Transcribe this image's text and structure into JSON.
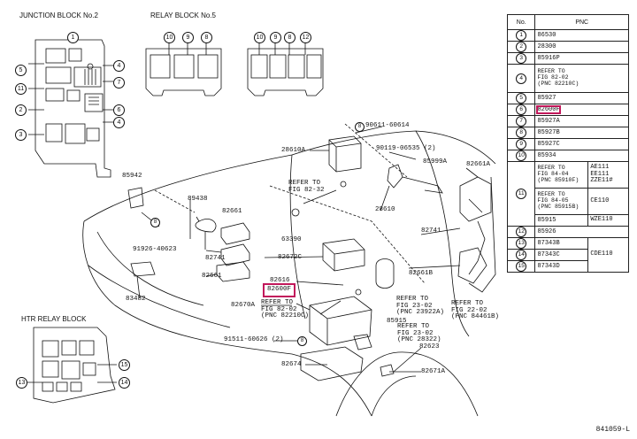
{
  "headings": {
    "junction_block": "JUNCTION BLOCK No.2",
    "relay_block": "RELAY BLOCK No.5",
    "htr_relay_block": "HTR RELAY BLOCK"
  },
  "table": {
    "col_no": "No.",
    "col_pnc": "PNC",
    "rows": [
      {
        "no": "1",
        "pnc": "86530",
        "note": ""
      },
      {
        "no": "2",
        "pnc": "28300",
        "note": ""
      },
      {
        "no": "3",
        "pnc": "85916P",
        "note": ""
      },
      {
        "no": "4",
        "pnc": "REFER TO\nFIG 82-02\n(PNC 82210C)",
        "note": ""
      },
      {
        "no": "5",
        "pnc": "85927",
        "note": ""
      },
      {
        "no": "6",
        "pnc": "82600F",
        "note": "",
        "highlight": true
      },
      {
        "no": "7",
        "pnc": "85927A",
        "note": ""
      },
      {
        "no": "8",
        "pnc": "85927B",
        "note": ""
      },
      {
        "no": "9",
        "pnc": "85927C",
        "note": ""
      },
      {
        "no": "10",
        "pnc": "85934",
        "note": ""
      },
      {
        "no": "11",
        "pnc": "REFER TO\nFIG 84-04\n(PNC 85910F)",
        "note": "AE111\nEE111\nZZE11#"
      },
      {
        "no": "11",
        "pnc": "REFER TO\nFIG 84-05\n(PNC 85915B)",
        "note": "CE110"
      },
      {
        "no": "11",
        "pnc": "85915",
        "note": "WZE110"
      },
      {
        "no": "12",
        "pnc": "85926",
        "note": ""
      },
      {
        "no": "13",
        "pnc": "87343B",
        "note": ""
      },
      {
        "no": "14",
        "pnc": "87343C",
        "note": "CDE110"
      },
      {
        "no": "15",
        "pnc": "87343D",
        "note": ""
      }
    ]
  },
  "callouts": {
    "j1": "1",
    "j4": "4",
    "j5": "5",
    "j7": "7",
    "j11": "11",
    "j2": "2",
    "j6": "6",
    "j4b": "4",
    "j3": "3",
    "r10a": "10",
    "r9a": "9",
    "r8a": "8",
    "r10b": "10",
    "r9b": "9",
    "r8b": "8",
    "r12": "12",
    "h15": "15",
    "h13": "13",
    "h14": "14",
    "c8a": "8",
    "c8b": "8",
    "c8c": "8"
  },
  "parts": {
    "p85942": "85942",
    "p90611": "90611-60614",
    "p28610a": "28610A",
    "p90119": "90119-06535 (2)",
    "p85999a": "85999A",
    "p82661a": "82661A",
    "ref82_32a": "REFER TO\nFIG 82-32",
    "p28610": "28610",
    "p89438": "89438",
    "p82661": "82661",
    "p82741a": "82741",
    "p82741b": "82741",
    "p63390": "63390",
    "p91926": "91926-40623",
    "p82661b": "82661",
    "p82672c": "82672C",
    "p83482": "83482",
    "p82616": "82616",
    "p82600f": "82600F",
    "p82661b_r": "82661B",
    "ref82_02": "REFER TO\nFIG 82-02\n(PNC 82210C)",
    "p82670a": "82670A",
    "ref23_02a": "REFER TO\nFIG 23-02\n(PNC 23922A)",
    "ref22_02": "REFER TO\nFIG 22-02\n(PNC 84461B)",
    "p85915": "85915",
    "ref23_02b": "REFER TO\nFIG 23-02\n(PNC 28322)",
    "p91511": "91511-60626 (2)",
    "p82623": "82623",
    "p82674": "82674",
    "p82671a": "82671A"
  },
  "doc_id": "841059-L"
}
